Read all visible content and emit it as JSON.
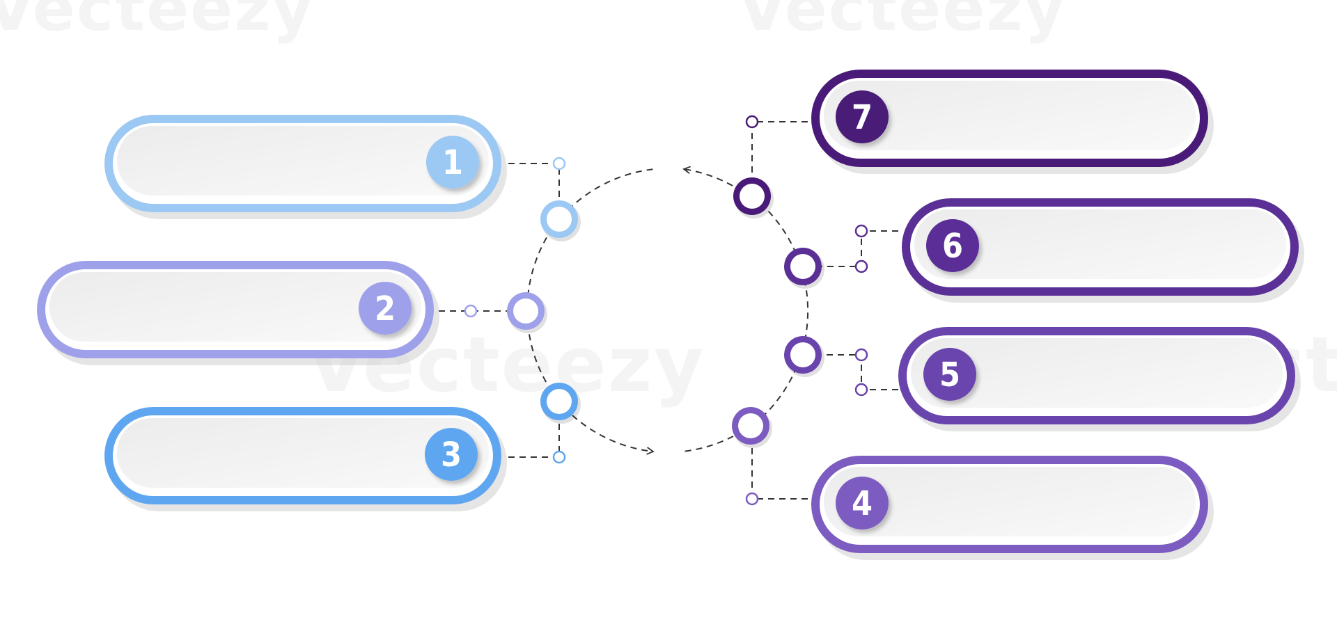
{
  "watermark": {
    "text": "Vecteezy"
  },
  "steps": [
    {
      "number": "1",
      "color": "#9cc8f4"
    },
    {
      "number": "2",
      "color": "#9ea0ea"
    },
    {
      "number": "3",
      "color": "#5fa6f0"
    },
    {
      "number": "4",
      "color": "#7c5cc0"
    },
    {
      "number": "5",
      "color": "#6a44ad"
    },
    {
      "number": "6",
      "color": "#5a2f96"
    },
    {
      "number": "7",
      "color": "#4a1a78"
    }
  ],
  "connector_color": "#333333"
}
